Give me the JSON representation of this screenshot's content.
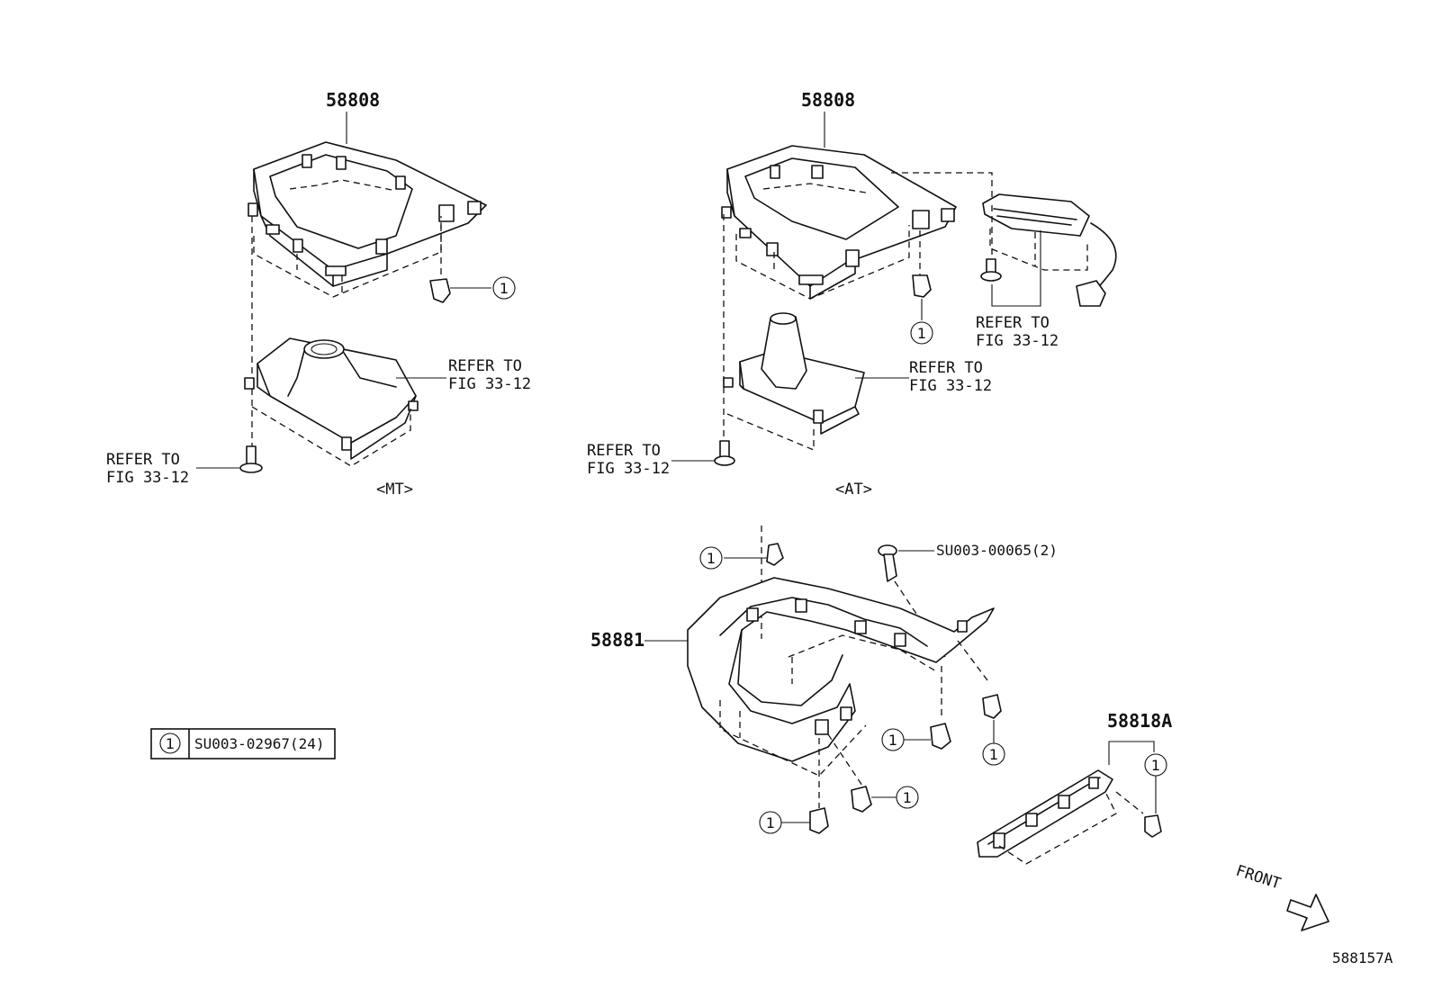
{
  "diagram_id": "588157A",
  "callout_symbol": "1",
  "variants": {
    "mt": "<MT>",
    "at": "<AT>"
  },
  "parts": {
    "bezel_mt": "58808",
    "bezel_at": "58808",
    "console_panel": "58881",
    "trim_strip": "58818A"
  },
  "refer_to": {
    "line1": "REFER TO",
    "line2": "FIG 33-12"
  },
  "clip_part": "SU003-00065(2)",
  "legend": {
    "symbol": "1",
    "part": "SU003-02967(24)"
  },
  "front_label": "FRONT"
}
